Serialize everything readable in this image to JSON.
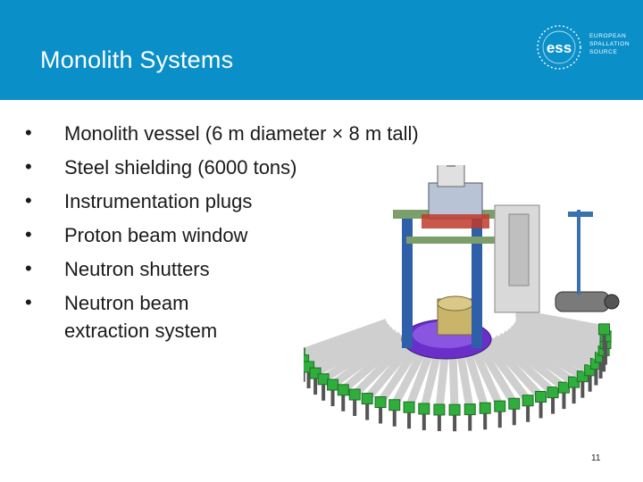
{
  "slide": {
    "title": "Monolith Systems",
    "page_number": "11"
  },
  "logo": {
    "mark": "ess",
    "line1": "EUROPEAN",
    "line2": "SPALLATION",
    "line3": "SOURCE"
  },
  "bullets": [
    "Monolith vessel (6 m diameter × 8 m tall)",
    "Steel shielding (6000 tons)",
    "Instrumentation plugs",
    "Proton beam window",
    "Neutron shutters",
    "Neutron beam extraction system"
  ],
  "bullet_lines": {
    "b6_line1": "Neutron beam",
    "b6_line2": "extraction system"
  },
  "colors": {
    "header": "#0a8fc9",
    "shielding_green": "#2fae3c",
    "pedestal_purple": "#6a2fc9",
    "frame_blue": "#2f5fa8"
  }
}
